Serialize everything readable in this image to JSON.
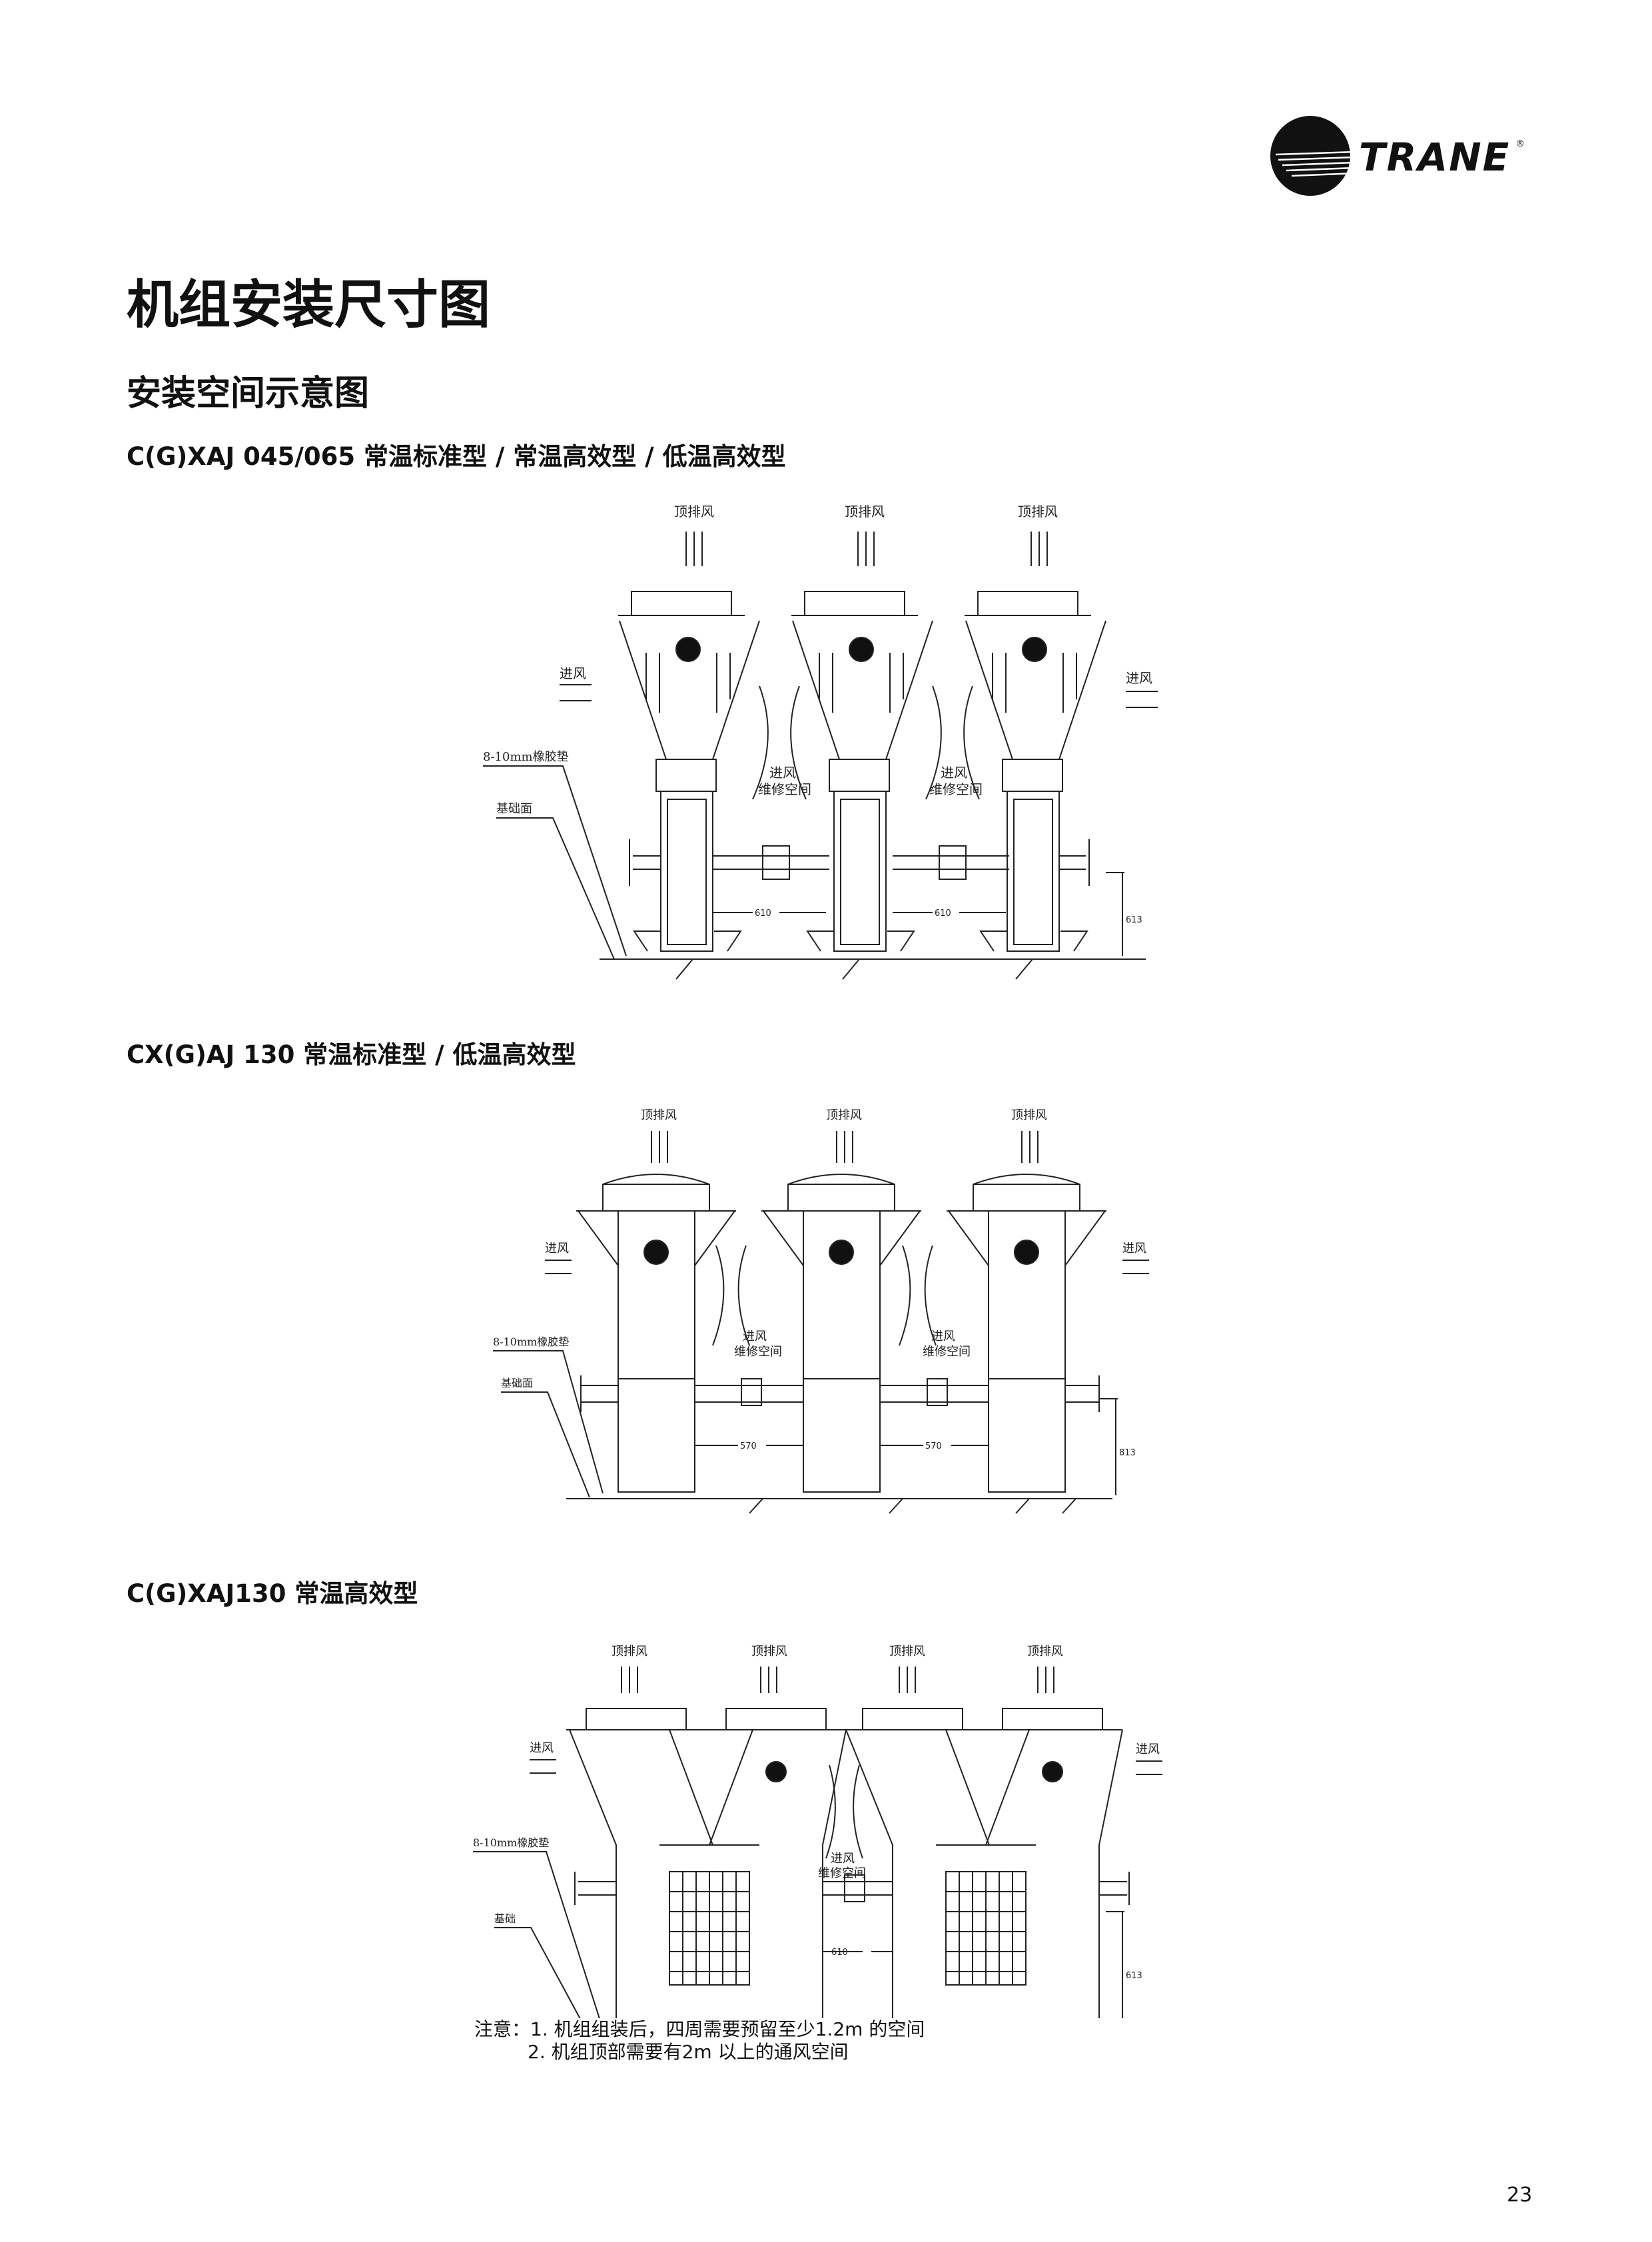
{
  "brand": {
    "name": "TRANE",
    "registered": "®"
  },
  "page_title": "机组安装尺寸图",
  "section_title": "安装空间示意图",
  "figures": [
    {
      "title": "C(G)XAJ 045/065 常温标准型 / 常温高效型 / 低温高效型",
      "labels": {
        "top_exhaust": "顶排风",
        "air_intake": "进风",
        "pad": "8-10mm橡胶垫",
        "foundation": "基础面",
        "service_intake": "进风",
        "service_space": "维修空间",
        "spacing": "610",
        "height": "613"
      }
    },
    {
      "title": "CX(G)AJ 130 常温标准型 / 低温高效型",
      "labels": {
        "top_exhaust": "顶排风",
        "air_intake": "进风",
        "pad": "8-10mm橡胶垫",
        "foundation": "基础面",
        "service_intake": "进风",
        "service_space": "维修空间",
        "spacing": "570",
        "height": "813"
      }
    },
    {
      "title": "C(G)XAJ130 常温高效型",
      "labels": {
        "top_exhaust": "顶排风",
        "air_intake": "进风",
        "pad": "8-10mm橡胶垫",
        "foundation": "基础",
        "service_intake": "进风",
        "service_space": "维修空间",
        "spacing": "610",
        "height": "613"
      }
    }
  ],
  "notes": {
    "prefix": "注意：",
    "items": [
      "1. 机组组装后，四周需要预留至少1.2m 的空间",
      "2. 机组顶部需要有2m 以上的通风空间"
    ]
  },
  "page_number": "23"
}
